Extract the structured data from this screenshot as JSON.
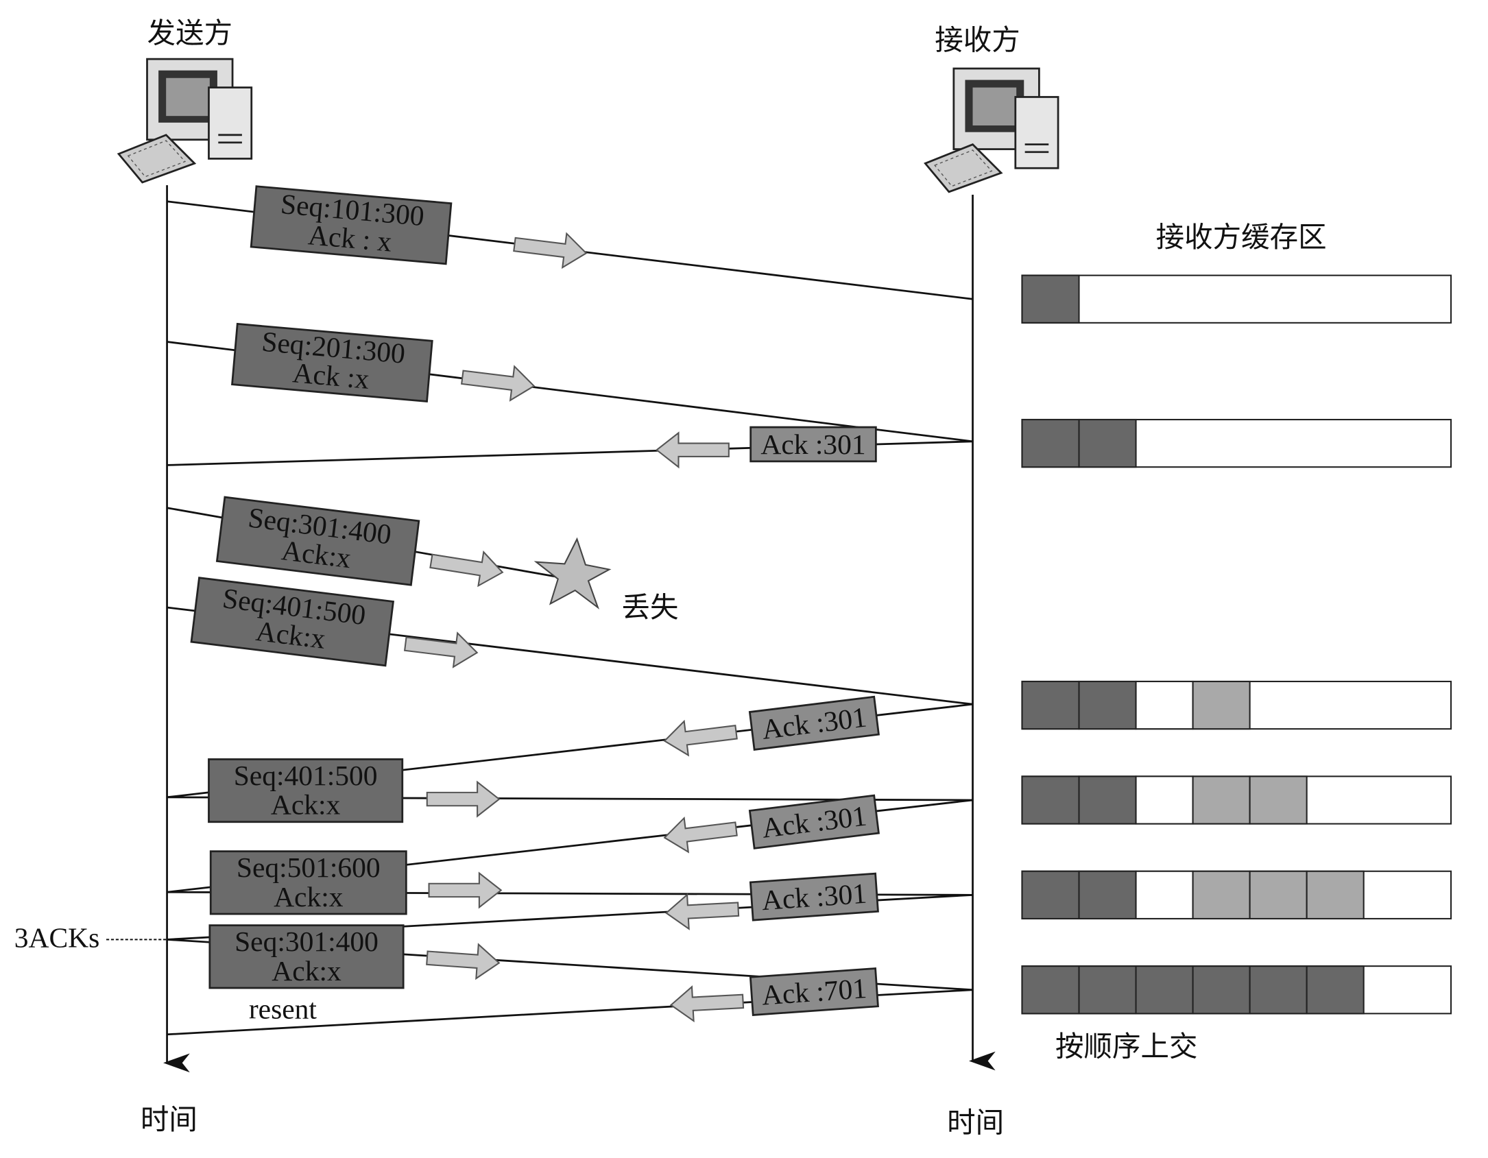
{
  "sender": {
    "label": "发送方",
    "time_label": "时间"
  },
  "receiver": {
    "label": "接收方",
    "time_label": "时间"
  },
  "buffer": {
    "title": "接收方缓存区",
    "footer": "按顺序上交",
    "colors": {
      "delivered": "#686868",
      "buffered": "#a9a9a9",
      "empty": "#ffffff"
    },
    "rows": [
      [
        "D"
      ],
      [
        "D",
        "D"
      ],
      [
        "D",
        "D",
        "W",
        "L"
      ],
      [
        "D",
        "D",
        "W",
        "L",
        "L"
      ],
      [
        "D",
        "D",
        "W",
        "L",
        "L",
        "L"
      ],
      [
        "D",
        "D",
        "D",
        "D",
        "D",
        "D"
      ]
    ]
  },
  "packets": [
    {
      "line1": "Seq:101:300",
      "line2": "Ack : x"
    },
    {
      "line1": "Seq:201:300",
      "line2": "Ack :x"
    },
    {
      "line1": "Ack :301"
    },
    {
      "line1": "Seq:301:400",
      "line2": "Ack:x"
    },
    {
      "line1": "Seq:401:500",
      "line2": "Ack:x"
    },
    {
      "line1": "Ack :301"
    },
    {
      "line1": "Seq:401:500",
      "line2": "Ack:x"
    },
    {
      "line1": "Ack :301"
    },
    {
      "line1": "Seq:501:600",
      "line2": "Ack:x"
    },
    {
      "line1": "Ack :301"
    },
    {
      "line1": "Seq:301:400",
      "line2": "Ack:x"
    },
    {
      "line1": "Ack :701"
    }
  ],
  "annotations": {
    "lost": "丢失",
    "three_acks": "3ACKs",
    "resent": "resent"
  }
}
